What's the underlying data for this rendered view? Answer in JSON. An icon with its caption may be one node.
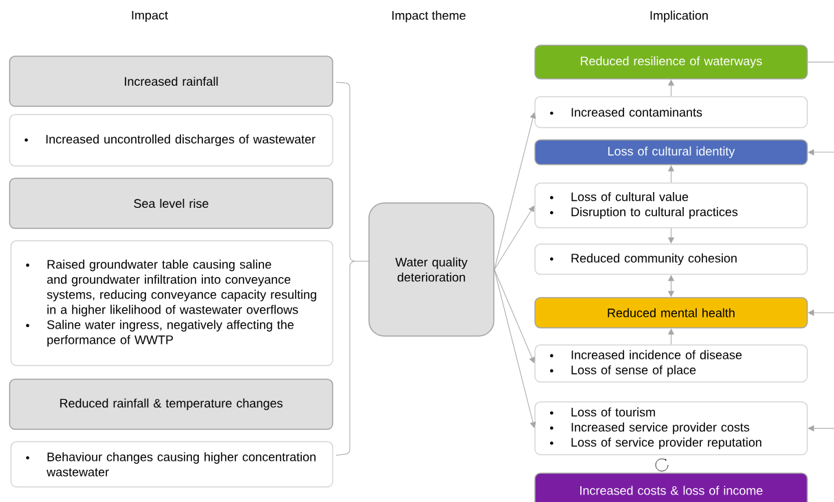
{
  "diagram": {
    "nodes": [
      {
        "text": [
          "Increased rainfall"
        ]
      },
      {
        "text": [
          "Increased uncontrolled discharges of wastewater"
        ]
      },
      {
        "text": [
          "Sea level rise"
        ]
      },
      {
        "text": [
          "Raised groundwater table causing saline and groundwater infiltration into conveyance systems, reducing conveyance capacity resulting in a higher likelihood of wastewater overflows",
          "Saline water ingress, negatively affecting the performance of WWTP"
        ]
      },
      {
        "text": [
          "Reduced rainfall & temperature changes"
        ]
      },
      {
        "text": [
          "Behaviour changes causing higher concentration wastewater"
        ]
      },
      {
        "text": [
          "Water quality deterioration"
        ]
      },
      {
        "text": [
          "Reduced resilience of waterways"
        ]
      },
      {
        "text": [
          "Increased contaminants"
        ]
      },
      {
        "text": [
          "Loss of cultural identity"
        ]
      },
      {
        "text": [
          "Loss of cultural value",
          "Disruption to cultural practices"
        ]
      },
      {
        "text": [
          "Reduced community cohesion"
        ]
      },
      {
        "text": [
          "Reduced mental health"
        ]
      },
      {
        "text": [
          "Increased incidence of disease",
          "Loss of sense of place"
        ]
      },
      {
        "text": [
          "Loss of tourism",
          "Increased service provider costs",
          "Loss of service provider reputation"
        ]
      },
      {
        "text": [
          "Increased costs & loss of income"
        ]
      }
    ],
    "edges": [
      {
        "from": 6,
        "to": 8,
        "arrow": "to"
      },
      {
        "from": 6,
        "to": 10,
        "arrow": "to"
      },
      {
        "from": 6,
        "to": 13,
        "arrow": "to"
      },
      {
        "from": 6,
        "to": 14,
        "arrow": "to"
      },
      {
        "from": 8,
        "to": 7,
        "arrow": "to"
      },
      {
        "from": 10,
        "to": 9,
        "arrow": "to"
      },
      {
        "from": 10,
        "to": 11,
        "arrow": "to"
      },
      {
        "from": 11,
        "to": 12,
        "arrow": "both"
      },
      {
        "from": 13,
        "to": 12,
        "arrow": "to"
      },
      {
        "from": 7,
        "to": null,
        "arrow": "none"
      },
      {
        "from": null,
        "to": 9,
        "arrow": "to"
      },
      {
        "from": null,
        "to": 12,
        "arrow": "to"
      },
      {
        "from": null,
        "to": 14,
        "arrow": "to"
      }
    ],
    "labels": [
      "Impact",
      "Impact theme",
      "Implication"
    ]
  }
}
